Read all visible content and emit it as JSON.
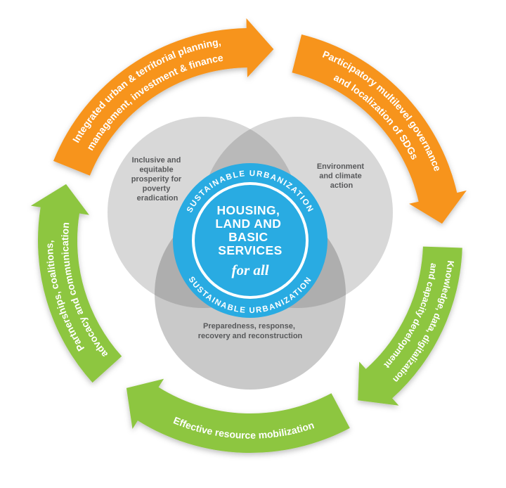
{
  "colors": {
    "orange": "#F7941D",
    "green": "#8DC63F",
    "blue": "#29ABE2",
    "circle_gray": "#4D4D4D",
    "label_gray": "#58595B",
    "white": "#FFFFFF"
  },
  "arrows": [
    {
      "line1": "Integrated urban & territorial planning,",
      "line2": "management, investment & finance"
    },
    {
      "line1": "Participatory multilevel governance",
      "line2": "and localization of SDGs"
    },
    {
      "line1": "Knowledge, data, digitalization",
      "line2": "and capacity development"
    },
    {
      "line1": "Effective resource mobilization"
    },
    {
      "line1": "Partnerships, coalitions,",
      "line2": "advocacy and communication"
    }
  ],
  "ring": {
    "top": "SUSTAINABLE URBANIZATION",
    "bottom": "SUSTAINABLE URBANIZATION"
  },
  "center": {
    "lines": [
      "HOUSING,",
      "LAND AND",
      "BASIC",
      "SERVICES"
    ],
    "tagline": "for all"
  },
  "circles": [
    {
      "lines": [
        "Inclusive and",
        "equitable",
        "prosperity for",
        "poverty",
        "eradication"
      ]
    },
    {
      "lines": [
        "Environment",
        "and climate",
        "action"
      ]
    },
    {
      "lines": [
        "Preparedness, response,",
        "recovery and reconstruction"
      ]
    }
  ]
}
